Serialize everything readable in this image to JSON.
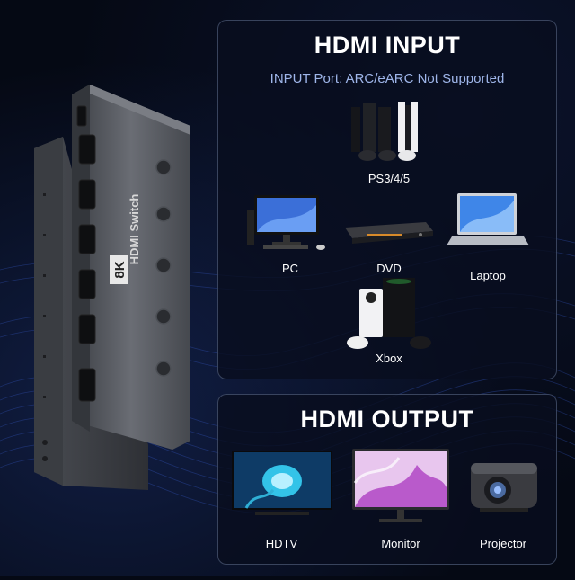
{
  "input_panel": {
    "title": "HDMI INPUT",
    "subtitle": "INPUT Port: ARC/eARC Not Supported",
    "devices": [
      {
        "label": "PS3/4/5"
      },
      {
        "label": "PC"
      },
      {
        "label": "DVD"
      },
      {
        "label": "Laptop"
      },
      {
        "label": "Xbox"
      }
    ]
  },
  "output_panel": {
    "title": "HDMI OUTPUT",
    "devices": [
      {
        "label": "HDTV"
      },
      {
        "label": "Monitor"
      },
      {
        "label": "Projector"
      }
    ]
  },
  "product": {
    "badge": "8K",
    "name": "HDMI Switch"
  },
  "colors": {
    "background": "#050914",
    "subtitle": "#9fb6ea",
    "panel_border": "#96aad2",
    "device_body": "#5a5d63"
  }
}
